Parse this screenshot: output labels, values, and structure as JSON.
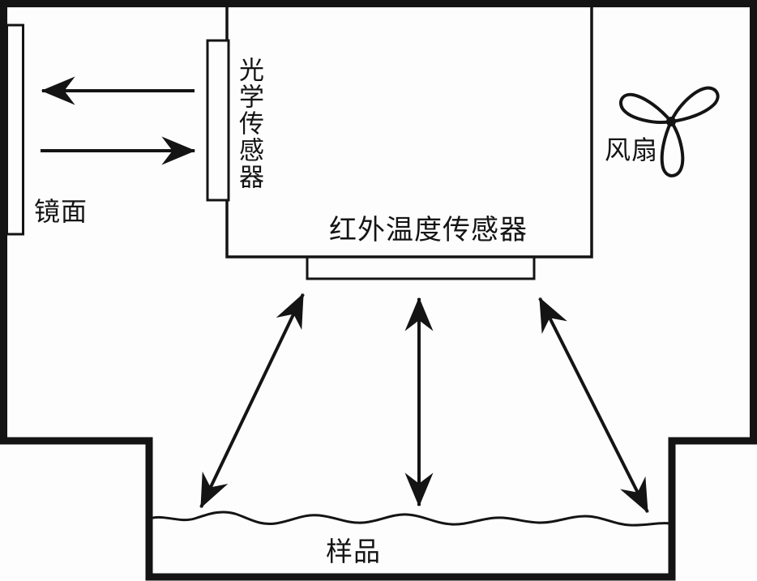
{
  "diagram": {
    "labels": {
      "mirror": "镜面",
      "optical_sensor": "光学传感器",
      "ir_sensor": "红外温度传感器",
      "fan": "风扇",
      "sample": "样品"
    },
    "colors": {
      "line": "#141414",
      "background": "#fdfdfd"
    },
    "icons": {
      "fan": "three-blade-propeller-icon",
      "beam_arrows": [
        "left-pointing-beam-arrow",
        "right-pointing-beam-arrow"
      ],
      "measurement_arrows": [
        "left-diagonal-double-arrow",
        "center-vertical-double-arrow",
        "right-diagonal-double-arrow"
      ]
    }
  }
}
